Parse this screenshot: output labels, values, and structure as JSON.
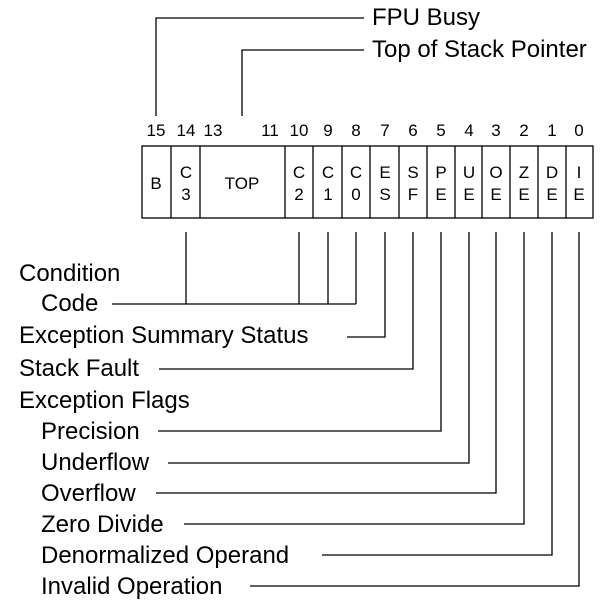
{
  "diagram": {
    "bit_numbers": [
      "15",
      "14",
      "13",
      "11",
      "10",
      "9",
      "8",
      "7",
      "6",
      "5",
      "4",
      "3",
      "2",
      "1",
      "0"
    ],
    "fields": [
      {
        "key": "b",
        "lines": [
          "B"
        ]
      },
      {
        "key": "c3",
        "lines": [
          "C",
          "3"
        ]
      },
      {
        "key": "top",
        "lines": [
          "TOP"
        ]
      },
      {
        "key": "c2",
        "lines": [
          "C",
          "2"
        ]
      },
      {
        "key": "c1",
        "lines": [
          "C",
          "1"
        ]
      },
      {
        "key": "c0",
        "lines": [
          "C",
          "0"
        ]
      },
      {
        "key": "es",
        "lines": [
          "E",
          "S"
        ]
      },
      {
        "key": "sf",
        "lines": [
          "S",
          "F"
        ]
      },
      {
        "key": "pe",
        "lines": [
          "P",
          "E"
        ]
      },
      {
        "key": "ue",
        "lines": [
          "U",
          "E"
        ]
      },
      {
        "key": "oe",
        "lines": [
          "O",
          "E"
        ]
      },
      {
        "key": "ze",
        "lines": [
          "Z",
          "E"
        ]
      },
      {
        "key": "de",
        "lines": [
          "D",
          "E"
        ]
      },
      {
        "key": "ie",
        "lines": [
          "I",
          "E"
        ]
      }
    ],
    "labels": {
      "fpu_busy": "FPU Busy",
      "top_of_stack": "Top of Stack Pointer",
      "condition": "Condition",
      "code": "Code",
      "exception_summary": "Exception Summary Status",
      "stack_fault": "Stack Fault",
      "exception_flags": "Exception Flags",
      "precision": "Precision",
      "underflow": "Underflow",
      "overflow": "Overflow",
      "zero_divide": "Zero Divide",
      "denormalized": "Denormalized Operand",
      "invalid": "Invalid Operation"
    }
  }
}
